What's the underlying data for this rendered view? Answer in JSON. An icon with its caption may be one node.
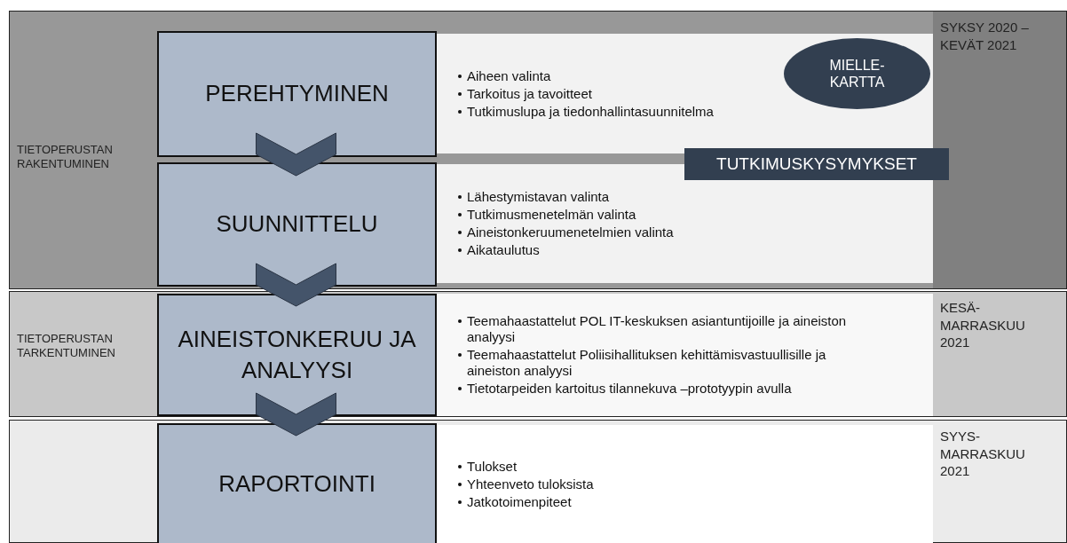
{
  "diagram": {
    "nodes": [
      {
        "text": [
          "TIETOPERUSTAN RAKENTUMINEN",
          "SYKSY 2020 – KEVÄT 2021"
        ]
      },
      {
        "text": [
          "PEREHTYMINEN"
        ],
        "in": 0
      },
      {
        "text": [
          "Aiheen valinta",
          "Tarkoitus ja tavoitteet",
          "Tutkimuslupa ja tiedonhallintasuunnitelma"
        ],
        "in": 0
      },
      {
        "text": [
          "MIELLE- KARTTA"
        ],
        "in": 2
      },
      {
        "text": [
          "SUUNNITTELU"
        ],
        "in": 0
      },
      {
        "text": [
          "Lähestymistavan valinta",
          "Tutkimusmenetelmän valinta",
          "Aineistonkeruumenetelmien valinta",
          "Aikataulutus"
        ],
        "in": 0
      },
      {
        "text": [
          "TUTKIMUSKYSYMYKSET"
        ],
        "in": 0
      },
      {
        "text": [
          "TIETOPERUSTAN TARKENTUMINEN",
          "KESÄ- MARRASKUU 2021"
        ]
      },
      {
        "text": [
          "AINEISTONKERUU JA ANALYYSI"
        ],
        "in": 7
      },
      {
        "text": [
          "Teemahaastattelut POL IT-keskuksen asiantuntijoille ja aineiston analyysi",
          "Teemahaastattelut Poliisihallituksen kehittämisvastuullisille ja aineiston analyysi",
          "Tietotarpeiden kartoitus tilannekuva –prototyypin avulla"
        ],
        "in": 7
      },
      {
        "text": [
          "SYYS- MARRASKUU 2021"
        ]
      },
      {
        "text": [
          "RAPORTOINTI"
        ],
        "in": 10
      },
      {
        "text": [
          "Tulokset",
          "Yhteenveto tuloksista",
          "Jatkotoimenpiteet"
        ],
        "in": 10
      }
    ],
    "edges": [
      {
        "from": 1,
        "to": 4,
        "arrow": "to"
      },
      {
        "from": 4,
        "to": 8,
        "arrow": "to"
      },
      {
        "from": 8,
        "to": 11,
        "arrow": "to"
      }
    ]
  }
}
